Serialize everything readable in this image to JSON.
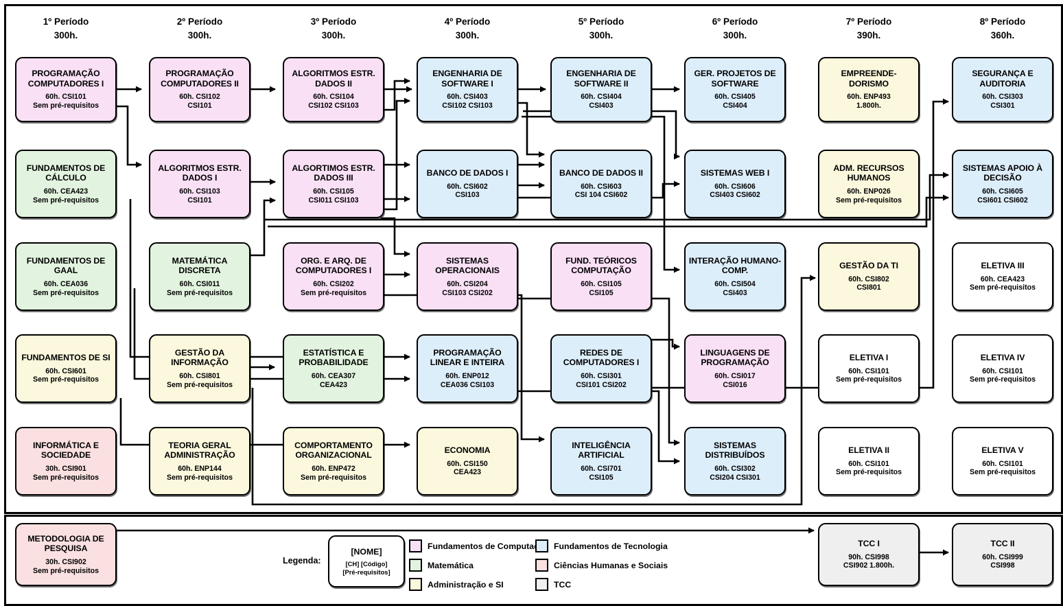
{
  "periods": [
    {
      "label": "1º Período",
      "hours": "300h."
    },
    {
      "label": "2º Período",
      "hours": "300h."
    },
    {
      "label": "3º Período",
      "hours": "300h."
    },
    {
      "label": "4º Período",
      "hours": "300h."
    },
    {
      "label": "5º Período",
      "hours": "300h."
    },
    {
      "label": "6º Período",
      "hours": "300h."
    },
    {
      "label": "7º Período",
      "hours": "390h."
    },
    {
      "label": "8º Período",
      "hours": "360h."
    }
  ],
  "courses": [
    {
      "name": "PROGRAMAÇÃO COMPUTADORES I",
      "hours_code": "60h. CSI101",
      "prereq": "Sem pré-requisitos",
      "category": "comp",
      "col": 0,
      "row": 0
    },
    {
      "name": "FUNDAMENTOS DE CÁLCULO",
      "hours_code": "60h. CEA423",
      "prereq": "Sem pré-requisitos",
      "category": "mat",
      "col": 0,
      "row": 1
    },
    {
      "name": "FUNDAMENTOS DE GAAL",
      "hours_code": "60h. CEA036",
      "prereq": "Sem pré-requisitos",
      "category": "mat",
      "col": 0,
      "row": 2
    },
    {
      "name": "FUNDAMENTOS DE SI",
      "hours_code": "60h. CSI601",
      "prereq": "Sem pré-requisitos",
      "category": "adm",
      "col": 0,
      "row": 3
    },
    {
      "name": "INFORMÁTICA E SOCIEDADE",
      "hours_code": "30h. CSI901",
      "prereq": "Sem pré-requisitos",
      "category": "hum",
      "col": 0,
      "row": 4
    },
    {
      "name": "PROGRAMAÇÃO COMPUTADORES II",
      "hours_code": "60h. CSI102",
      "prereq": "CSI101",
      "category": "comp",
      "col": 1,
      "row": 0
    },
    {
      "name": "ALGORITMOS ESTR. DADOS I",
      "hours_code": "60h. CSI103",
      "prereq": "CSI101",
      "category": "comp",
      "col": 1,
      "row": 1
    },
    {
      "name": "MATEMÁTICA DISCRETA",
      "hours_code": "60h. CSI011",
      "prereq": "Sem pré-requisitos",
      "category": "mat",
      "col": 1,
      "row": 2
    },
    {
      "name": "GESTÃO DA INFORMAÇÃO",
      "hours_code": "60h. CSI801",
      "prereq": "Sem pré-requisitos",
      "category": "adm",
      "col": 1,
      "row": 3
    },
    {
      "name": "TEORIA GERAL ADMINISTRAÇÃO",
      "hours_code": "60h. ENP144",
      "prereq": "Sem pré-requisitos",
      "category": "adm",
      "col": 1,
      "row": 4
    },
    {
      "name": "ALGORITMOS ESTR. DADOS II",
      "hours_code": "60h. CSI104",
      "prereq": "CSI102 CSI103",
      "category": "comp",
      "col": 2,
      "row": 0
    },
    {
      "name": "ALGORTIMOS ESTR. DADOS III",
      "hours_code": "60h. CSI105",
      "prereq": "CSI011 CSI103",
      "category": "comp",
      "col": 2,
      "row": 1
    },
    {
      "name": "ORG. E ARQ. DE COMPUTADORES I",
      "hours_code": "60h. CSI202",
      "prereq": "Sem pré-requisitos",
      "category": "comp",
      "col": 2,
      "row": 2
    },
    {
      "name": "ESTATÍSTICA E PROBABILIDADE",
      "hours_code": "60h. CEA307",
      "prereq": "CEA423",
      "category": "mat",
      "col": 2,
      "row": 3
    },
    {
      "name": "COMPORTAMENTO ORGANIZACIONAL",
      "hours_code": "60h. ENP472",
      "prereq": "Sem pré-requisitos",
      "category": "adm",
      "col": 2,
      "row": 4
    },
    {
      "name": "ENGENHARIA DE SOFTWARE I",
      "hours_code": "60h. CSI403",
      "prereq": "CSI102 CSI103",
      "category": "tec",
      "col": 3,
      "row": 0
    },
    {
      "name": "BANCO DE DADOS I",
      "hours_code": "60h. CSI602",
      "prereq": "CSI103",
      "category": "tec",
      "col": 3,
      "row": 1
    },
    {
      "name": "SISTEMAS OPERACIONAIS",
      "hours_code": "60h. CSI204",
      "prereq": "CSI103 CSI202",
      "category": "comp",
      "col": 3,
      "row": 2
    },
    {
      "name": "PROGRAMAÇÃO LINEAR E INTEIRA",
      "hours_code": "60h. ENP012",
      "prereq": "CEA036 CSI103",
      "category": "tec",
      "col": 3,
      "row": 3
    },
    {
      "name": "ECONOMIA",
      "hours_code": "60h. CSI150",
      "prereq": "CEA423",
      "category": "adm",
      "col": 3,
      "row": 4
    },
    {
      "name": "ENGENHARIA DE SOFTWARE II",
      "hours_code": "60h. CSI404",
      "prereq": "CSI403",
      "category": "tec",
      "col": 4,
      "row": 0
    },
    {
      "name": "BANCO DE DADOS II",
      "hours_code": "60h. CSI603",
      "prereq": "CSI 104 CSI602",
      "category": "tec",
      "col": 4,
      "row": 1
    },
    {
      "name": "FUND. TEÓRICOS COMPUTAÇÃO",
      "hours_code": "60h. CSI105",
      "prereq": "CSI105",
      "category": "comp",
      "col": 4,
      "row": 2
    },
    {
      "name": "REDES DE COMPUTADORES I",
      "hours_code": "60h. CSI301",
      "prereq": "CSI101 CSI202",
      "category": "tec",
      "col": 4,
      "row": 3
    },
    {
      "name": "INTELIGÊNCIA ARTIFICIAL",
      "hours_code": "60h. CSI701",
      "prereq": "CSI105",
      "category": "tec",
      "col": 4,
      "row": 4
    },
    {
      "name": "GER. PROJETOS DE SOFTWARE",
      "hours_code": "60h. CSI405",
      "prereq": "CSI404",
      "category": "tec",
      "col": 5,
      "row": 0
    },
    {
      "name": "SISTEMAS WEB I",
      "hours_code": "60h. CSI606",
      "prereq": "CSI403 CSI602",
      "category": "tec",
      "col": 5,
      "row": 1
    },
    {
      "name": "INTERAÇÃO HUMANO-COMP.",
      "hours_code": "60h. CSI504",
      "prereq": "CSI403",
      "category": "tec",
      "col": 5,
      "row": 2
    },
    {
      "name": "LINGUAGENS DE PROGRAMAÇÃO",
      "hours_code": "60h. CSI017",
      "prereq": "CSI016",
      "category": "comp",
      "col": 5,
      "row": 3
    },
    {
      "name": "SISTEMAS DISTRIBUÍDOS",
      "hours_code": "60h. CSI302",
      "prereq": "CSI204 CSI301",
      "category": "tec",
      "col": 5,
      "row": 4
    },
    {
      "name": "EMPREENDE-DORISMO",
      "hours_code": "60h. ENP493",
      "prereq": "1.800h.",
      "category": "adm",
      "col": 6,
      "row": 0
    },
    {
      "name": "ADM. RECURSOS HUMANOS",
      "hours_code": "60h. ENP026",
      "prereq": "Sem pré-requisitos",
      "category": "adm",
      "col": 6,
      "row": 1
    },
    {
      "name": "GESTÃO DA TI",
      "hours_code": "60h. CSI802",
      "prereq": "CSI801",
      "category": "adm",
      "col": 6,
      "row": 2
    },
    {
      "name": "ELETIVA I",
      "hours_code": "60h. CSI101",
      "prereq": "Sem pré-requisitos",
      "category": "none",
      "col": 6,
      "row": 3
    },
    {
      "name": "ELETIVA II",
      "hours_code": "60h. CSI101",
      "prereq": "Sem pré-requisitos",
      "category": "none",
      "col": 6,
      "row": 4
    },
    {
      "name": "SEGURANÇA E AUDITORIA",
      "hours_code": "60h. CSI303",
      "prereq": "CSI301",
      "category": "tec",
      "col": 7,
      "row": 0
    },
    {
      "name": "SISTEMAS APOIO À DECISÃO",
      "hours_code": "60h. CSI605",
      "prereq": "CSI601 CSI602",
      "category": "tec",
      "col": 7,
      "row": 1
    },
    {
      "name": "ELETIVA III",
      "hours_code": "60h. CEA423",
      "prereq": "Sem pré-requisitos",
      "category": "none",
      "col": 7,
      "row": 2
    },
    {
      "name": "ELETIVA IV",
      "hours_code": "60h. CSI101",
      "prereq": "Sem pré-requisitos",
      "category": "none",
      "col": 7,
      "row": 3
    },
    {
      "name": "ELETIVA V",
      "hours_code": "60h. CSI101",
      "prereq": "Sem pré-requisitos",
      "category": "none",
      "col": 7,
      "row": 4
    }
  ],
  "bottom_courses": [
    {
      "name": "METODOLOGIA DE PESQUISA",
      "hours_code": "30h. CSI902",
      "prereq": "Sem pré-requisitos",
      "category": "hum",
      "col": 0
    },
    {
      "name": "TCC I",
      "hours_code": "90h. CSI998",
      "prereq": "CSI902 1.800h.",
      "category": "tcc",
      "col": 6
    },
    {
      "name": "TCC II",
      "hours_code": "60h. CSI999",
      "prereq": "CSI998",
      "category": "tcc",
      "col": 7
    }
  ],
  "legend": {
    "label": "Legenda:",
    "sample": {
      "name": "[NOME]",
      "hours_code": "[CH] [Código]",
      "prereq": "[Pré-requisitos]"
    },
    "column_a": [
      {
        "text": "Fundamentos de Computação",
        "swatch": "comp",
        "color": "#f9e0f5"
      },
      {
        "text": "Matemática",
        "swatch": "mat",
        "color": "#e2f4df"
      },
      {
        "text": "Administração e SI",
        "swatch": "adm",
        "color": "#fbf8dd"
      }
    ],
    "column_b": [
      {
        "text": "Fundamentos de Tecnologia",
        "swatch": "tec",
        "color": "#ddeefb"
      },
      {
        "text": "Ciências Humanas e Sociais",
        "swatch": "hum",
        "color": "#fae0e0"
      },
      {
        "text": "TCC",
        "swatch": "tcc",
        "color": "#efefef"
      }
    ]
  }
}
